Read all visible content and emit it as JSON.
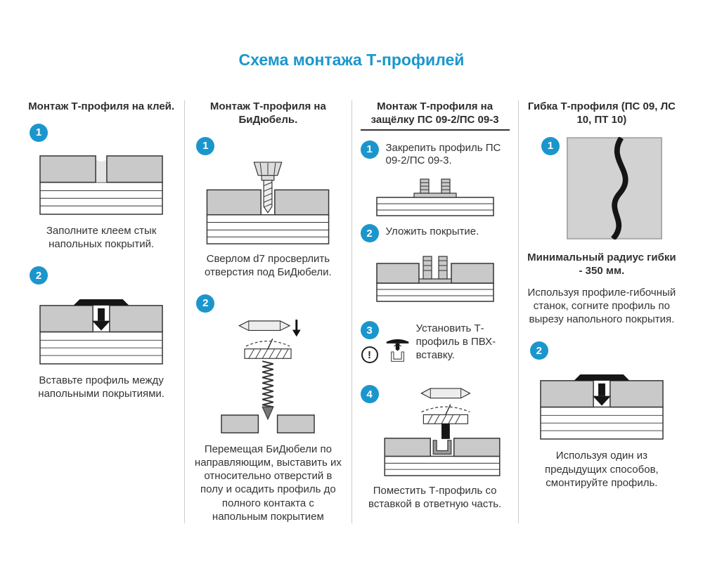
{
  "title": "Схема монтажа Т-профилей",
  "icons": {
    "warning": "!"
  },
  "colors": {
    "accent": "#1b96cc",
    "text": "#333333",
    "divider": "#cccccc"
  },
  "columns": [
    {
      "heading": "Монтаж Т-профиля на клей.",
      "steps": [
        {
          "num": "1",
          "caption": "Заполните клеем стык напольных покрытий."
        },
        {
          "num": "2",
          "caption": "Вставьте профиль между напольными покрытиями."
        }
      ]
    },
    {
      "heading": "Монтаж Т-профиля на БиДюбель.",
      "steps": [
        {
          "num": "1",
          "caption": "Сверлом d7 просверлить отверстия под БиДюбели."
        },
        {
          "num": "2",
          "caption": "Перемещая БиДюбели по направляющим, выставить их относительно отверстий в полу и осадить профиль до полного контакта с напольным покрытием"
        }
      ]
    },
    {
      "heading": "Монтаж Т-профиля на защёлку ПС 09-2/ПС 09-3",
      "steps": [
        {
          "num": "1",
          "caption": "Закрепить профиль ПС 09-2/ПС 09-3."
        },
        {
          "num": "2",
          "caption": "Уложить покрытие."
        },
        {
          "num": "3",
          "caption": "Установить Т-профиль в ПВХ-вставку."
        },
        {
          "num": "4",
          "caption": "Поместить Т-профиль со вставкой в ответную часть."
        }
      ]
    },
    {
      "heading": "Гибка Т-профиля (ПС 09, ЛС 10, ПТ 10)",
      "steps": [
        {
          "num": "1",
          "caption_bold": "Минимальный радиус гибки - 350 мм.",
          "caption": "Используя профиле-гибочный станок, согните профиль по вырезу напольного покрытия."
        },
        {
          "num": "2",
          "caption": "Используя один из предыдущих способов, смонтируйте профиль."
        }
      ]
    }
  ]
}
